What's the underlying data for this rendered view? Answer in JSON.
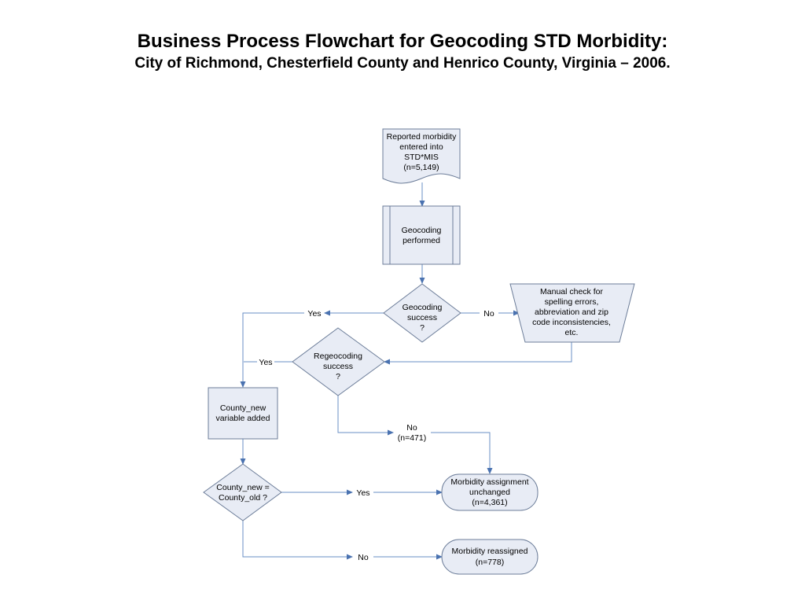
{
  "title": "Business Process Flowchart for Geocoding STD Morbidity:",
  "subtitle": "City of Richmond, Chesterfield County and Henrico County, Virginia – 2006.",
  "nodes": {
    "reported": [
      "Reported morbidity",
      "entered into",
      "STD*MIS",
      "(n=5,149)"
    ],
    "geocoding_performed": [
      "Geocoding",
      "performed"
    ],
    "geocoding_success": [
      "Geocoding",
      "success",
      "?"
    ],
    "manual_check": [
      "Manual check for",
      "spelling errors,",
      "abbreviation and zip",
      "code inconsistencies,",
      "etc."
    ],
    "regeocoding_success": [
      "Regeocoding",
      "success",
      "?"
    ],
    "county_new_added": [
      "County_new",
      "variable added"
    ],
    "county_compare": [
      "County_new =",
      "County_old ?"
    ],
    "unchanged": [
      "Morbidity assignment",
      "unchanged",
      "(n=4,361)"
    ],
    "reassigned": [
      "Morbidity reassigned",
      "(n=778)"
    ]
  },
  "edge_labels": {
    "geo_yes": "Yes",
    "geo_no": "No",
    "regeo_yes": "Yes",
    "regeo_no": "No",
    "regeo_no_count": "(n=471)",
    "compare_yes": "Yes",
    "compare_no": "No"
  },
  "colors": {
    "shape_fill": "#e8ecf5",
    "shape_stroke": "#6c7d99",
    "line": "#6a8fc4",
    "arrow": "#4a72b0"
  }
}
